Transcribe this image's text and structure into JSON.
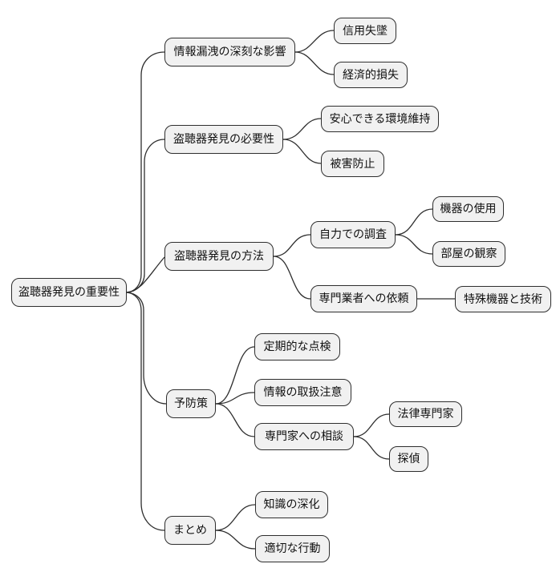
{
  "diagram": {
    "type": "mindmap",
    "colors": {
      "background": "#ffffff",
      "node_fill": "#f1f1f1",
      "node_border": "#2e2e2e",
      "edge": "#2e2e2e",
      "text": "#111111"
    }
  },
  "mindmap": {
    "root": {
      "label": "盗聴器発見の重要性",
      "children": [
        {
          "label": "情報漏洩の深刻な影響",
          "children": [
            {
              "label": "信用失墜",
              "children": []
            },
            {
              "label": "経済的損失",
              "children": []
            }
          ]
        },
        {
          "label": "盗聴器発見の必要性",
          "children": [
            {
              "label": "安心できる環境維持",
              "children": []
            },
            {
              "label": "被害防止",
              "children": []
            }
          ]
        },
        {
          "label": "盗聴器発見の方法",
          "children": [
            {
              "label": "自力での調査",
              "children": [
                {
                  "label": "機器の使用",
                  "children": []
                },
                {
                  "label": "部屋の観察",
                  "children": []
                }
              ]
            },
            {
              "label": "専門業者への依頼",
              "children": [
                {
                  "label": "特殊機器と技術",
                  "children": []
                }
              ]
            }
          ]
        },
        {
          "label": "予防策",
          "children": [
            {
              "label": "定期的な点検",
              "children": []
            },
            {
              "label": "情報の取扱注意",
              "children": []
            },
            {
              "label": "専門家への相談",
              "children": [
                {
                  "label": "法律専門家",
                  "children": []
                },
                {
                  "label": "探偵",
                  "children": []
                }
              ]
            }
          ]
        },
        {
          "label": "まとめ",
          "children": [
            {
              "label": "知識の深化",
              "children": []
            },
            {
              "label": "適切な行動",
              "children": []
            }
          ]
        }
      ]
    }
  }
}
